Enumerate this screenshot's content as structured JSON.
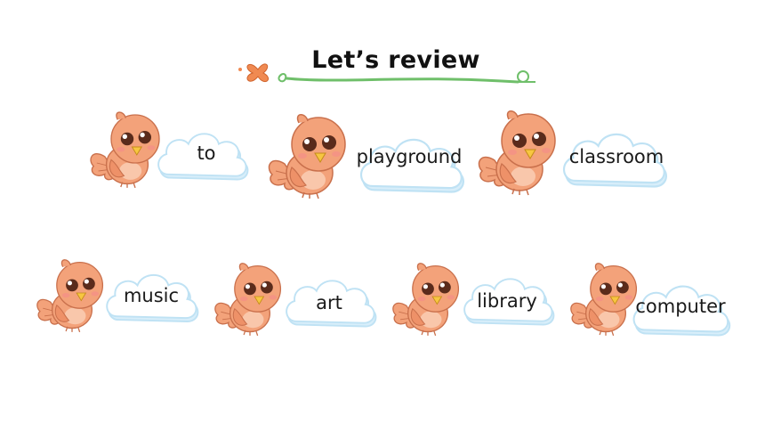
{
  "title": "Let’s review",
  "words": {
    "w1": "to",
    "w2": "playground",
    "w3": "classroom",
    "w4": "music",
    "w5": "art",
    "w6": "library",
    "w7": "computer"
  },
  "colors": {
    "bird_body": "#f3a27a",
    "bird_outline": "#c9704c",
    "cloud_fill": "#ffffff",
    "cloud_outline": "#bfe2f4",
    "cloud_shadow": "#d8eefa",
    "vine": "#6fbf6a",
    "butterfly": "#f08a52"
  },
  "icons": [
    "bird-icon",
    "cloud-icon",
    "butterfly-icon",
    "vine-icon",
    "snail-icon"
  ]
}
